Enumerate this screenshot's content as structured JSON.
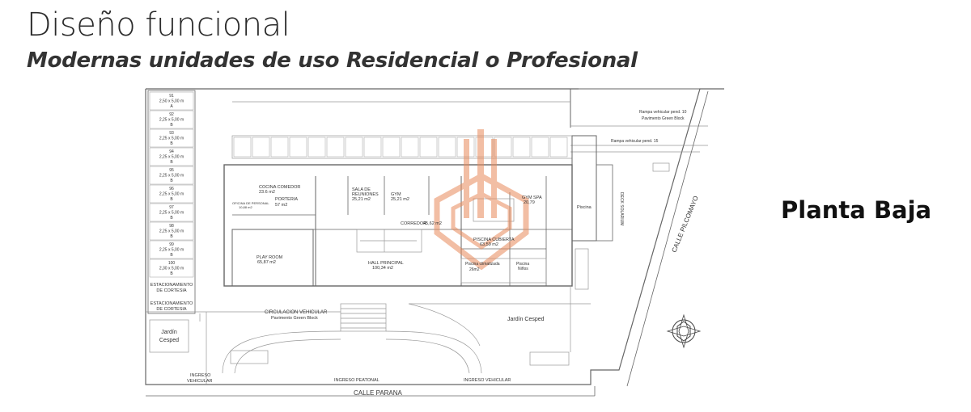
{
  "header": {
    "title": "Diseño funcional",
    "subtitle": "Modernas unidades de uso Residencial o Profesional"
  },
  "section_label": "Planta Baja",
  "plan": {
    "parking_spaces": [
      {
        "number": "91",
        "size": "2,50 x 5,00 m",
        "type": "A"
      },
      {
        "number": "92",
        "size": "2,25 x 5,00 m",
        "type": "B"
      },
      {
        "number": "93",
        "size": "2,25 x 5,00 m",
        "type": "B"
      },
      {
        "number": "94",
        "size": "2,25 x 5,00 m",
        "type": "B"
      },
      {
        "number": "95",
        "size": "2,25 x 5,00 m",
        "type": "B"
      },
      {
        "number": "96",
        "size": "2,25 x 5,00 m",
        "type": "B"
      },
      {
        "number": "97",
        "size": "2,25 x 5,00 m",
        "type": "B"
      },
      {
        "number": "98",
        "size": "2,25 x 5,00 m",
        "type": "B"
      },
      {
        "number": "99",
        "size": "2,25 x 5,00 m",
        "type": "B"
      },
      {
        "number": "100",
        "size": "2,30 x 5,00 m",
        "type": "B"
      }
    ],
    "courtesy_parking": [
      "ESTACIONAMIENTO",
      "DE CORTESIA"
    ],
    "rooms": {
      "cocina_comedor": {
        "name": "COCINA COMEDOR",
        "area": "23.6 m2"
      },
      "porteria": {
        "name": "PORTERIA",
        "area": "57 m2"
      },
      "oficina": {
        "name": "OFICINA DE PERSONAL",
        "area": "10,88 m2"
      },
      "sala_reuniones": {
        "name_1": "SALA DE",
        "name_2": "REUNIONES",
        "area": "25,21 m2"
      },
      "gym": {
        "name": "GYM",
        "area": "25,21 m2"
      },
      "gym_spa": {
        "name": "GYM SPA",
        "area": "20,79"
      },
      "corredor": {
        "name": "CORREDOR",
        "area": "45,62 m2"
      },
      "piscina_cubierta": {
        "name": "PISCINA CUBIERTA",
        "area": "63,59 m2"
      },
      "piscina": {
        "name": "Piscina"
      },
      "piscina_climatizada": {
        "name": "Piscina climatizada",
        "area": "26m2"
      },
      "piscina_ninos": {
        "name_1": "Piscina",
        "name_2": "Niños"
      },
      "play_room": {
        "name": "PLAY ROOM",
        "area": "65,87 m2"
      },
      "hall": {
        "name": "HALL PRINCIPAL",
        "area": "100,34 m2"
      },
      "deck": {
        "name": "DECK SOLARIUM"
      }
    },
    "labels": {
      "circulacion_1": "CIRCULACION VEHICULAR",
      "circulacion_2": "Pavimento Green Block",
      "jardin_cesped": "Jardín Cesped",
      "jardin_left_1": "Jardín",
      "jardin_left_2": "Cesped",
      "rampa_1": "Rampa vehicular pend. 10",
      "rampa_pavimento": "Pavimento Green Block",
      "rampa_2": "Rampa vehicular pend. 15",
      "ingreso_vehicular_1": "INGRESO",
      "ingreso_vehicular_2": "VEHICULAR",
      "ingreso_peatonal": "INGRESO PEATONAL",
      "ingreso_vehicular_right": "INGRESO VEHICULAR",
      "calle_parana": "CALLE PARANA",
      "calle_pilcomayo": "CALLE PILCOMAYO"
    }
  },
  "colors": {
    "line": "#666666",
    "watermark": "#e98a5a"
  },
  "icons": {
    "watermark": "logo-watermark-icon",
    "north_arrow": "compass-icon"
  }
}
